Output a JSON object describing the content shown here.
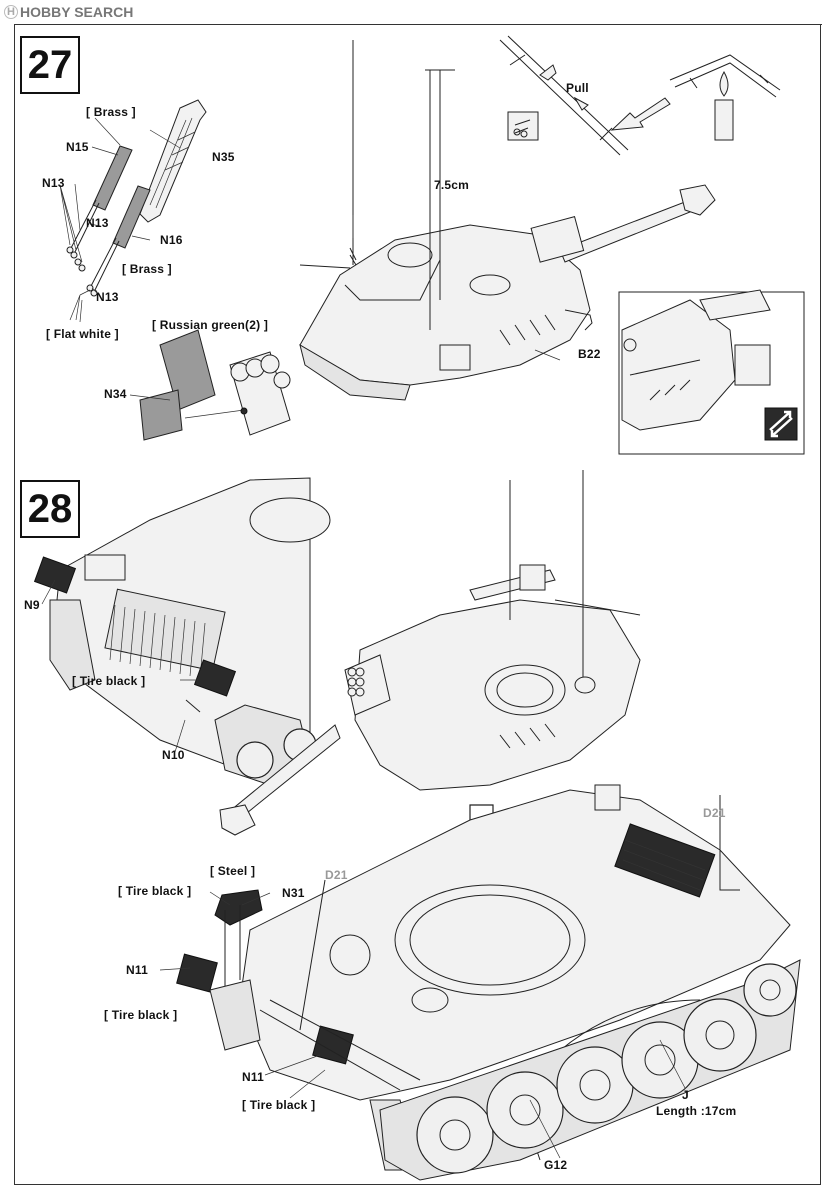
{
  "header": {
    "logo_text": "HOBBY SEARCH",
    "logo_mark": "H"
  },
  "step27": {
    "number": "27",
    "labels": {
      "brass_top": "[ Brass ]",
      "n15": "N15",
      "n35": "N35",
      "n13_a": "N13",
      "n13_b": "N13",
      "n13_c": "N13",
      "n16": "N16",
      "brass_bottom": "[ Brass ]",
      "flat_white": "[ Flat white ]",
      "russian_green": "[ Russian green(2) ]",
      "n34": "N34",
      "antenna_length": "7.5cm",
      "pull": "Pull",
      "b22": "B22"
    }
  },
  "step28": {
    "number": "28",
    "labels": {
      "n9": "N9",
      "tire_black_1": "[ Tire black ]",
      "n10": "N10",
      "steel": "[ Steel ]",
      "tire_black_2": "[ Tire black ]",
      "n31": "N31",
      "d21_left": "D21",
      "d21_right": "D21",
      "n11_a": "N11",
      "tire_black_3": "[ Tire black ]",
      "n11_b": "N11",
      "tire_black_4": "[ Tire black ]",
      "j": "J",
      "length": "Length :17cm",
      "g12": "G12"
    }
  },
  "icons": [
    "hobby-search-logo",
    "scissors-icon",
    "candle-icon",
    "swap-arrows-icon",
    "down-arrow-icon"
  ]
}
